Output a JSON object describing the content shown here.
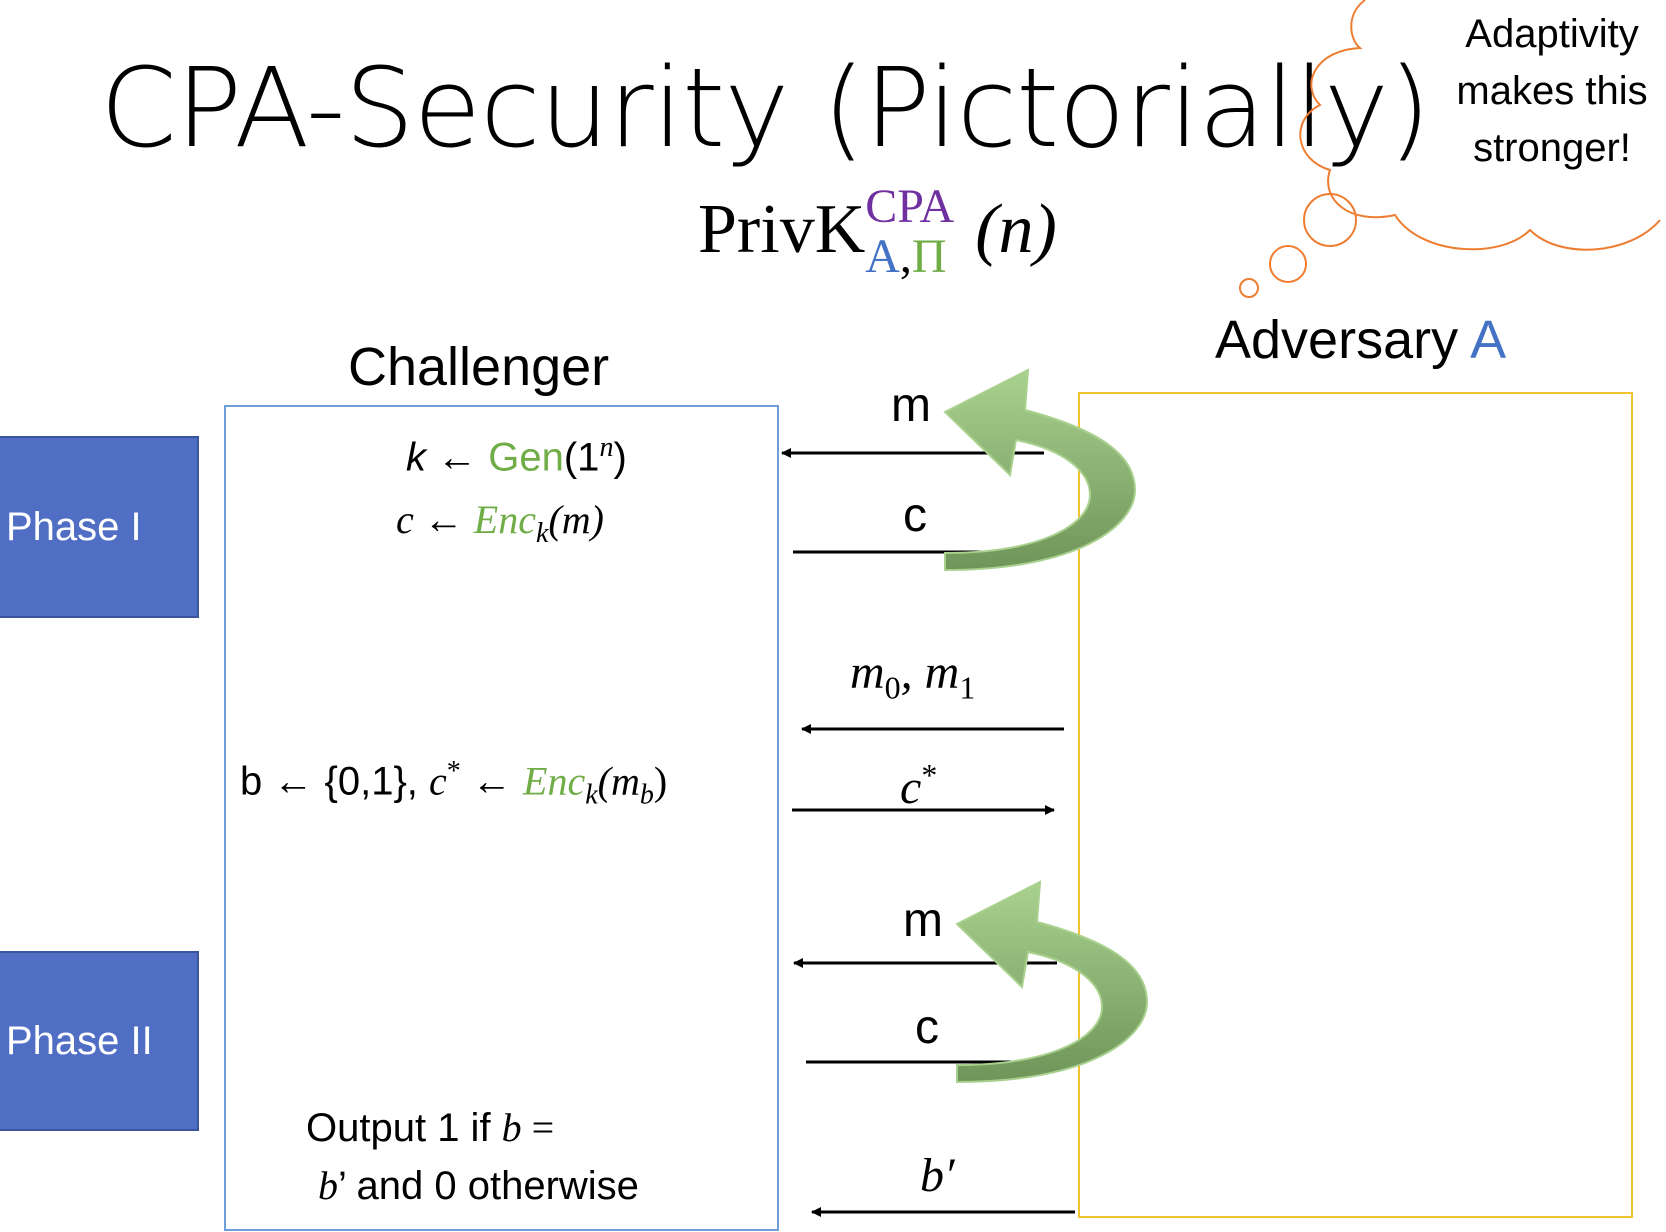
{
  "title": "CPA-Security (Pictorially)",
  "experiment": {
    "base": "PrivK",
    "sup": "CPA",
    "sub_a": "A",
    "sub_comma": ",",
    "sub_pi": "Π",
    "arg": "(n)"
  },
  "thought_bubble": "Adaptivity makes this stronger!",
  "challenger_label": "Challenger",
  "adversary_label": "Adversary",
  "adversary_symbol": "A",
  "phases": {
    "phase1": "Phase I",
    "phase2": "Phase II"
  },
  "challenger_steps": {
    "gen_lhs": "k ←",
    "gen_fn": "Gen",
    "gen_arg": "(1",
    "gen_sup": "n",
    "gen_close": ")",
    "enc_lhs": "c ←",
    "enc_fn": "Enc",
    "enc_sub": "k",
    "enc_arg": "(m)",
    "chal_lhs": "b ← {0,1}, ",
    "chal_c": "c",
    "chal_star": "*",
    "chal_arrow": " ← ",
    "chal_fn": "Enc",
    "chal_sub": "k",
    "chal_arg_open": "(m",
    "chal_arg_sub": "b",
    "chal_arg_close": ")",
    "out_line1_a": "Output 1 if ",
    "out_line1_b": "b",
    "out_line1_c": "  =",
    "out_line2_a": "b",
    "out_line2_b": "’ and 0 otherwise"
  },
  "messages": {
    "m1": "m",
    "c1": "c",
    "m0m1_a": "m",
    "m0m1_sub0": "0",
    "m0m1_mid": ", m",
    "m0m1_sub1": "1",
    "cstar": "c",
    "cstar_sup": "*",
    "m2": "m",
    "c2": "c",
    "bprime": "b′"
  },
  "colors": {
    "phase_fill": "#4f6ec4",
    "challenger_border": "#6f9fd8",
    "adversary_border": "#f1c232",
    "green": "#70ad47",
    "purple": "#7030a0",
    "blue": "#4472c4",
    "cloud": "#ed7d31"
  },
  "icons": [
    "curved-green-arrow-icon",
    "thought-bubble-icon"
  ]
}
